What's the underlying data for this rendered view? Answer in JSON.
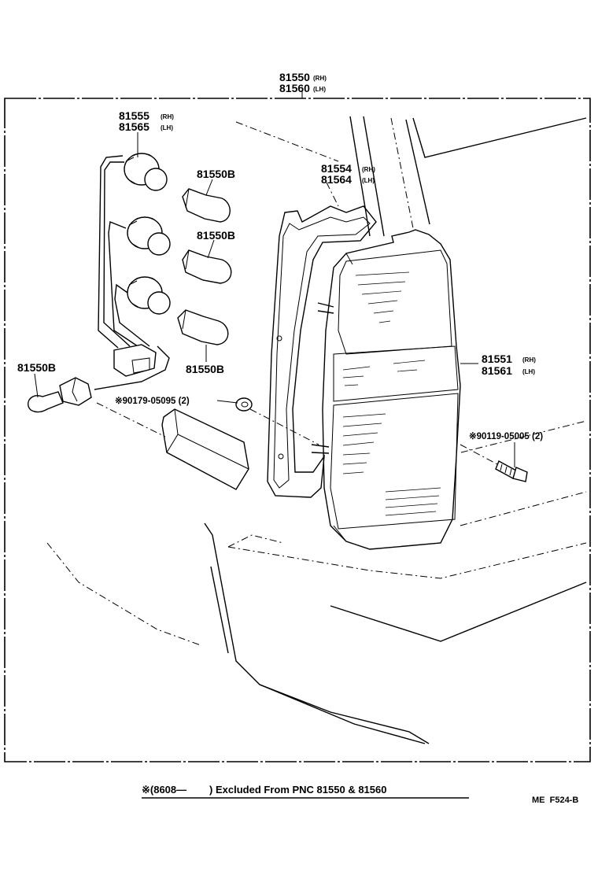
{
  "assembly": {
    "part_rh": "81550",
    "side_rh": "(RH)",
    "part_lh": "81560",
    "side_lh": "(LH)"
  },
  "socket": {
    "part_rh": "81555",
    "side_rh": "(RH)",
    "part_lh": "81565",
    "side_lh": "(LH)"
  },
  "gasket": {
    "part_rh": "81554",
    "side_rh": "(RH)",
    "part_lh": "81564",
    "side_lh": "(LH)"
  },
  "lens": {
    "part_rh": "81551",
    "side_rh": "(RH)",
    "part_lh": "81561",
    "side_lh": "(LH)"
  },
  "bulbs": [
    "81550B",
    "81550B",
    "81550B",
    "81550B"
  ],
  "nut_label": "※90179-05095 (2)",
  "screw_label": "※90119-05005 (2)",
  "footnote": "※(8608—        ) Excluded From PNC 81550 & 81560",
  "drawing_code": "ME  F524-B"
}
